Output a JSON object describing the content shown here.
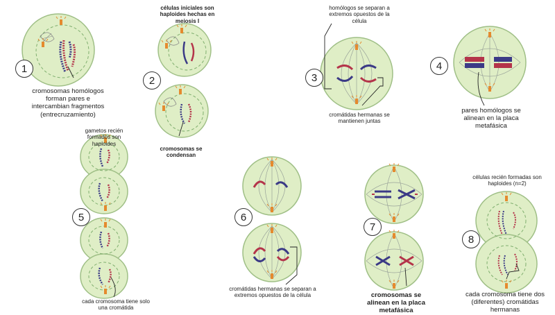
{
  "steps": [
    {
      "n": "1",
      "label": "cromosomas homólogos forman pares e intercambian fragmentos (entrecruzamiento)"
    },
    {
      "n": "2",
      "label_top": "células iniciales son haploides hechas en meiosis I",
      "label": "cromosomas se condensan"
    },
    {
      "n": "3",
      "label_top": "homólogos se separan a extremos opuestos de la célula",
      "label": "cromátidas hermanas se mantienen juntas"
    },
    {
      "n": "4",
      "label": "pares homólogos se alinean en la placa metafásica"
    },
    {
      "n": "5",
      "label_top": "gametos recién formados son haploides",
      "label": "cada cromosoma tiene solo una cromátida"
    },
    {
      "n": "6",
      "label": "cromátidas hermanas se separan a extremos opuestos de la célula"
    },
    {
      "n": "7",
      "label": "cromosomas se alinean en la placa metafásica"
    },
    {
      "n": "8",
      "label_top": "células recién formadas son haploides (n=2)",
      "label": "cada cromosoma tiene dos (diferentes) cromátidas hermanas"
    }
  ],
  "colors": {
    "cell_fill": "#dfeec6",
    "cell_stroke": "#9fbf86",
    "nucleus": "#7fae6e",
    "chrom_red": "#b4344a",
    "chrom_blue": "#3b3a86",
    "centrosome": "#e58a2e",
    "spindle": "#9aa39a"
  }
}
